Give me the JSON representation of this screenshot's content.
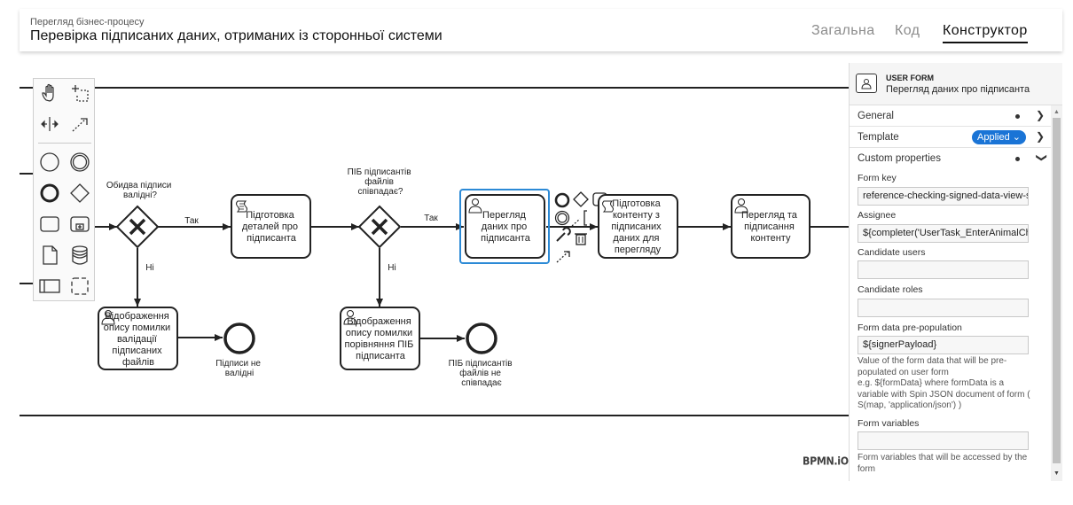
{
  "header": {
    "breadcrumb": "Перегляд бізнес-процесу",
    "title": "Перевірка підписаних даних, отриманих із сторонньої системи",
    "tabs": [
      {
        "label": "Загальна",
        "active": false
      },
      {
        "label": "Код",
        "active": false
      },
      {
        "label": "Конструктор",
        "active": true
      }
    ]
  },
  "diagram": {
    "gateway1_label": [
      "Обидва підписи",
      "валідні?"
    ],
    "gateway2_label": [
      "ПІБ підписантів",
      "файлів",
      "співпадає?"
    ],
    "flow_yes_1": "Так",
    "flow_yes_2": "Так",
    "flow_no_1": "Ні",
    "flow_no_2": "Ні",
    "task_prepare_details": [
      "Підготовка",
      "деталей про",
      "підписанта"
    ],
    "task_view_signer": [
      "Перегляд",
      "даних про",
      "підписанта"
    ],
    "task_prepare_content": [
      "Підготовка",
      "контенту з",
      "підписаних",
      "даних для",
      "перегляду"
    ],
    "task_view_content": [
      "Перегляд та",
      "підписання",
      "контенту"
    ],
    "task_error_validation": [
      "Відображення",
      "опису помилки",
      "валідації",
      "підписаних",
      "файлів"
    ],
    "task_error_compare": [
      "Відображення",
      "опису помилки",
      "порівняння ПІБ",
      "підписанта"
    ],
    "end1_label": [
      "Підписи не",
      "валідні"
    ],
    "end2_label": [
      "ПІБ підписантів",
      "файлів не",
      "співпадає"
    ],
    "watermark": "BPMN.iO"
  },
  "panel": {
    "type": "USER FORM",
    "name": "Перегляд даних про підписанта",
    "groups": {
      "general": "General",
      "template": "Template",
      "template_badge": "Applied",
      "custom": "Custom properties"
    },
    "fields": {
      "form_key_label": "Form key",
      "form_key_value": "reference-checking-signed-data-view-s",
      "assignee_label": "Assignee",
      "assignee_value": "${completer('UserTask_EnterAnimalCh",
      "candidate_users_label": "Candidate users",
      "candidate_users_value": "",
      "candidate_roles_label": "Candidate roles",
      "candidate_roles_value": "",
      "prepop_label": "Form data pre-population",
      "prepop_value": "${signerPayload}",
      "prepop_desc": [
        "Value of the form data that will be pre-",
        "populated on user form",
        "e.g. ${formData} where formData is a",
        "variable with Spin JSON document of form (",
        "S(map, 'application/json') )"
      ],
      "form_vars_label": "Form variables",
      "form_vars_value": "",
      "form_vars_desc": [
        "Form variables that will be accessed by the",
        "form"
      ]
    }
  }
}
